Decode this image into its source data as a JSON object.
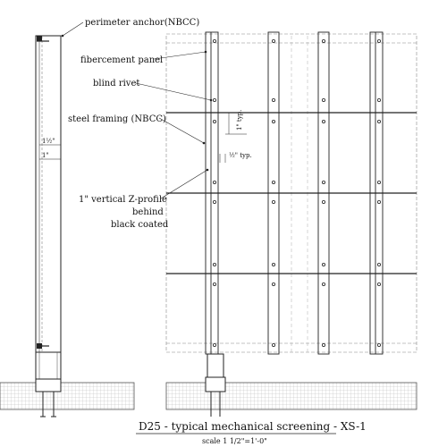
{
  "labels": {
    "perimeter_anchor": "perimeter anchor(NBCC)",
    "fibercement_panel": "fibercement panel",
    "blind_rivet": "blind rivet",
    "steel_framing": "steel framing (NBCC)",
    "z_profile_line1": "1\" vertical Z-profile",
    "z_profile_line2": "behind",
    "z_profile_line3": "black coated"
  },
  "dimensions": {
    "one_typ": "1\" typ.",
    "half_typ": "½\" typ.",
    "one_half": "1½\"",
    "one": "1\""
  },
  "title": {
    "main": "D25 - typical mechanical screening - XS-1",
    "scale": "scale 1 1/2\"=1'-0\""
  }
}
